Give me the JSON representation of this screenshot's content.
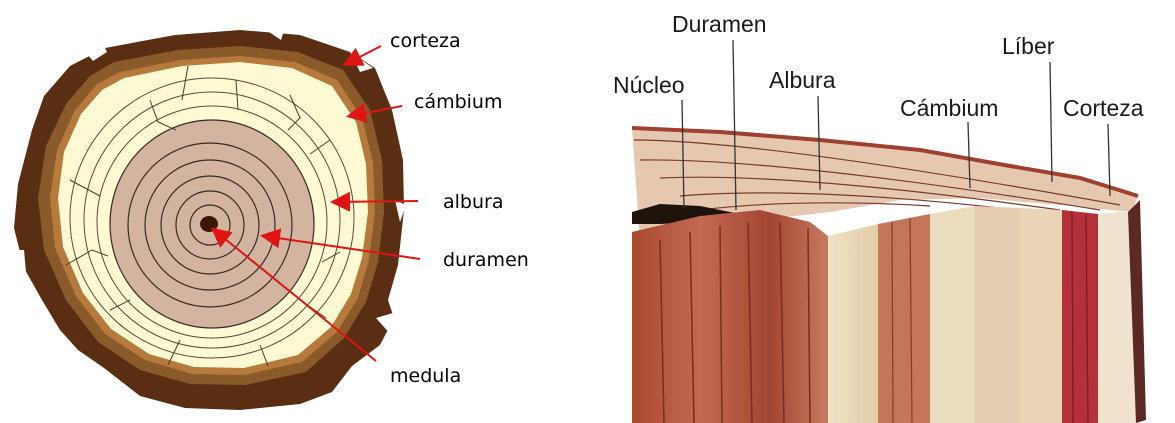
{
  "left_diagram": {
    "labels": {
      "bark": "corteza",
      "cambium": "cámbium",
      "sapwood": "albura",
      "heartwood": "duramen",
      "pith": "medula"
    },
    "colors": {
      "bark_outer": "#5a2e12",
      "bark_inner": "#8b5a2b",
      "sapwood": "#fdf9d2",
      "heartwood": "#d2b4a0",
      "pith": "#3e1606",
      "arrow": "#e01414"
    }
  },
  "right_diagram": {
    "labels": {
      "core": "Núcleo",
      "heartwood": "Duramen",
      "sapwood": "Albura",
      "cambium": "Cámbium",
      "phloem": "Líber",
      "bark": "Corteza"
    },
    "colors": {
      "heartwood": "#b55a45",
      "sapwood": "#ead8b8",
      "phloem": "#b4303b",
      "bark": "#8a3c30"
    }
  }
}
